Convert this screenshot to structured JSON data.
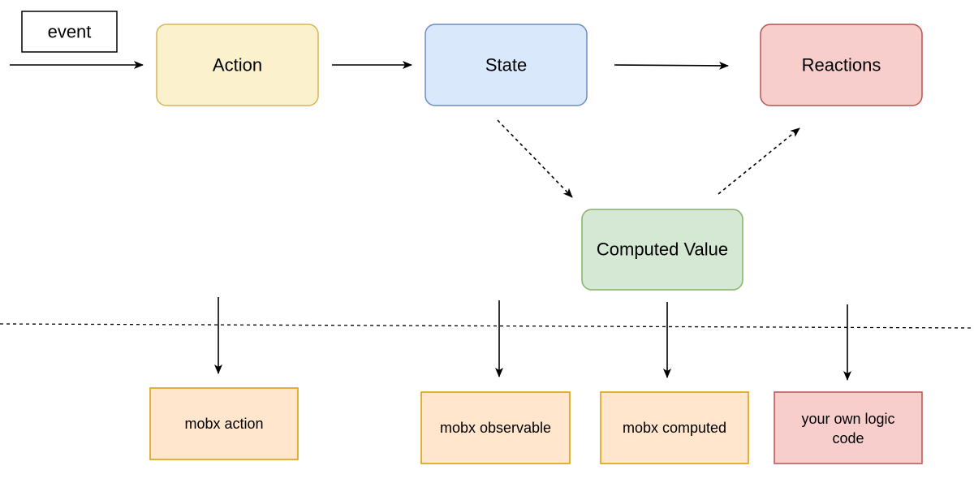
{
  "nodes": {
    "event": {
      "label": "event",
      "fill": "#ffffff",
      "stroke": "#000000"
    },
    "action": {
      "label": "Action",
      "fill": "#fbf1cc",
      "stroke": "#d6b656"
    },
    "state": {
      "label": "State",
      "fill": "#dae8fc",
      "stroke": "#6c8ebf"
    },
    "reactions": {
      "label": "Reactions",
      "fill": "#f8cecc",
      "stroke": "#b85450"
    },
    "computed_value": {
      "label": "Computed Value",
      "fill": "#d5e8d4",
      "stroke": "#82b366"
    },
    "mobx_action": {
      "label": "mobx action",
      "fill": "#ffe6cc",
      "stroke": "#d79b00"
    },
    "mobx_observable": {
      "label": "mobx observable",
      "fill": "#ffe6cc",
      "stroke": "#d79b00"
    },
    "mobx_computed": {
      "label": "mobx computed",
      "fill": "#ffe6cc",
      "stroke": "#d79b00"
    },
    "own_logic": {
      "label_line1": "your own logic",
      "label_line2": "code",
      "fill": "#f8cecc",
      "stroke": "#b85450"
    }
  },
  "edges": [
    {
      "from": "event",
      "to": "action",
      "style": "solid"
    },
    {
      "from": "action",
      "to": "state",
      "style": "solid"
    },
    {
      "from": "state",
      "to": "reactions",
      "style": "solid"
    },
    {
      "from": "state",
      "to": "computed_value",
      "style": "dashed"
    },
    {
      "from": "computed_value",
      "to": "reactions",
      "style": "dashed"
    },
    {
      "from": "action",
      "to": "mobx_action",
      "style": "solid"
    },
    {
      "from": "state",
      "to": "mobx_observable",
      "style": "solid"
    },
    {
      "from": "computed_value",
      "to": "mobx_computed",
      "style": "solid"
    },
    {
      "from": "reactions",
      "to": "own_logic",
      "style": "solid"
    }
  ],
  "divider": {
    "style": "dashed"
  }
}
